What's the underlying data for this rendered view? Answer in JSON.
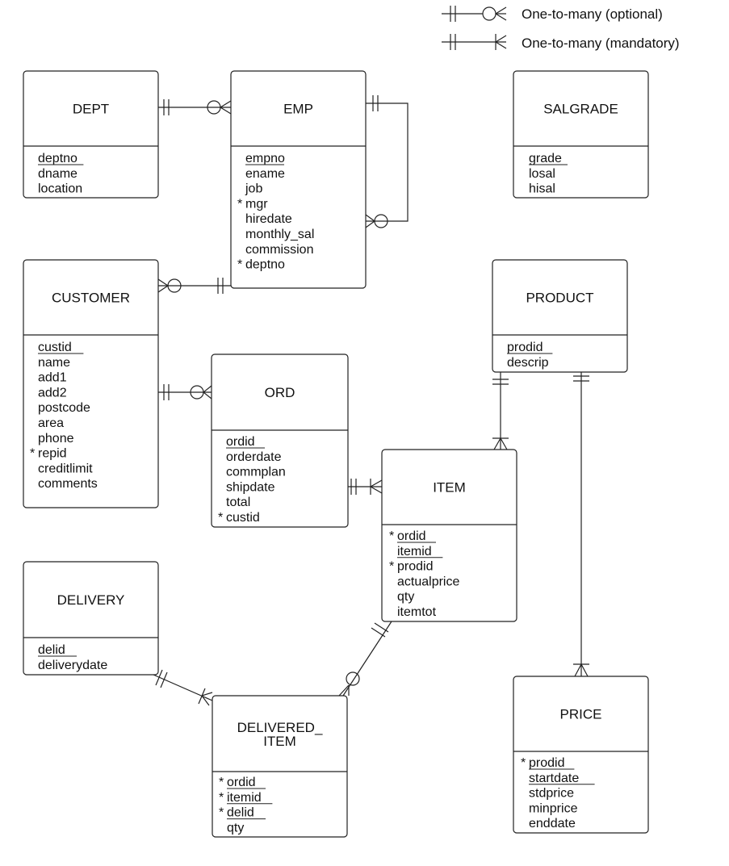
{
  "legend": {
    "optional": "One-to-many (optional)",
    "mandatory": "One-to-many (mandatory)"
  },
  "entities": {
    "dept": {
      "name": "DEPT",
      "attrs": [
        {
          "text": "deptno",
          "pk": true
        },
        {
          "text": "dname"
        },
        {
          "text": "location"
        }
      ]
    },
    "emp": {
      "name": "EMP",
      "attrs": [
        {
          "text": "empno",
          "pk": true
        },
        {
          "text": "ename"
        },
        {
          "text": "job"
        },
        {
          "text": "mgr",
          "fk": true
        },
        {
          "text": "hiredate"
        },
        {
          "text": "monthly_sal"
        },
        {
          "text": "commission"
        },
        {
          "text": "deptno",
          "fk": true
        }
      ]
    },
    "salgrade": {
      "name": "SALGRADE",
      "attrs": [
        {
          "text": "grade",
          "pk": true
        },
        {
          "text": "losal"
        },
        {
          "text": "hisal"
        }
      ]
    },
    "customer": {
      "name": "CUSTOMER",
      "attrs": [
        {
          "text": "custid",
          "pk": true
        },
        {
          "text": "name"
        },
        {
          "text": "add1"
        },
        {
          "text": "add2"
        },
        {
          "text": "postcode"
        },
        {
          "text": "area"
        },
        {
          "text": "phone"
        },
        {
          "text": "repid",
          "fk": true
        },
        {
          "text": "creditlimit"
        },
        {
          "text": "comments"
        }
      ]
    },
    "product": {
      "name": "PRODUCT",
      "attrs": [
        {
          "text": "prodid",
          "pk": true
        },
        {
          "text": "descrip"
        }
      ]
    },
    "ord": {
      "name": "ORD",
      "attrs": [
        {
          "text": "ordid",
          "pk": true
        },
        {
          "text": "orderdate"
        },
        {
          "text": "commplan"
        },
        {
          "text": "shipdate"
        },
        {
          "text": "total"
        },
        {
          "text": "custid",
          "fk": true
        }
      ]
    },
    "item": {
      "name": "ITEM",
      "attrs": [
        {
          "text": "ordid",
          "fk": true,
          "pk": true
        },
        {
          "text": "itemid",
          "pk": true
        },
        {
          "text": "prodid",
          "fk": true
        },
        {
          "text": "actualprice"
        },
        {
          "text": "qty"
        },
        {
          "text": "itemtot"
        }
      ]
    },
    "delivery": {
      "name": "DELIVERY",
      "attrs": [
        {
          "text": "delid",
          "pk": true
        },
        {
          "text": "deliverydate"
        }
      ]
    },
    "delivered_item": {
      "name": "DELIVERED_",
      "name2": "ITEM",
      "attrs": [
        {
          "text": "ordid",
          "fk": true,
          "pk": true
        },
        {
          "text": "itemid",
          "fk": true,
          "pk": true
        },
        {
          "text": "delid",
          "fk": true,
          "pk": true
        },
        {
          "text": "qty"
        }
      ]
    },
    "price": {
      "name": "PRICE",
      "attrs": [
        {
          "text": "prodid",
          "fk": true,
          "pk": true
        },
        {
          "text": "startdate",
          "pk": true
        },
        {
          "text": "stdprice"
        },
        {
          "text": "minprice"
        },
        {
          "text": "enddate"
        }
      ]
    }
  },
  "relationships": [
    {
      "from": "dept",
      "to": "emp",
      "type": "optional"
    },
    {
      "from": "emp",
      "to": "emp",
      "type": "optional"
    },
    {
      "from": "emp",
      "to": "customer",
      "type": "optional"
    },
    {
      "from": "customer",
      "to": "ord",
      "type": "optional"
    },
    {
      "from": "ord",
      "to": "item",
      "type": "mandatory"
    },
    {
      "from": "product",
      "to": "item",
      "type": "mandatory"
    },
    {
      "from": "product",
      "to": "price",
      "type": "mandatory"
    },
    {
      "from": "item",
      "to": "delivered_item",
      "type": "optional"
    },
    {
      "from": "delivery",
      "to": "delivered_item",
      "type": "mandatory"
    }
  ]
}
